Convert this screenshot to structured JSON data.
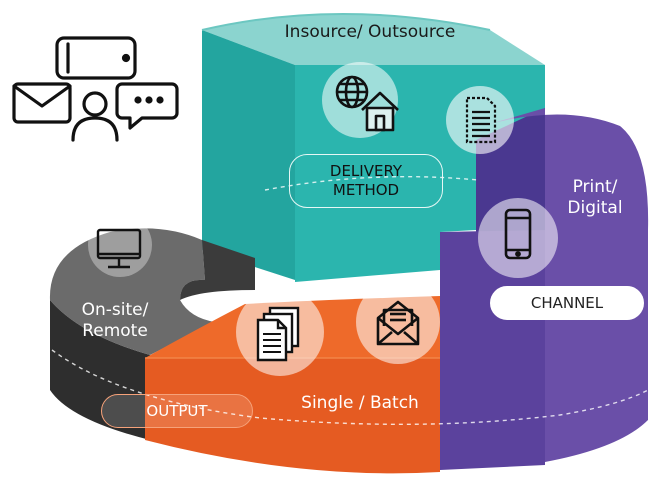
{
  "segments": {
    "delivery": {
      "label_top": "Insource/ Outsource",
      "tag": "DELIVERY\nMETHOD"
    },
    "channel": {
      "label": "Print/\nDigital",
      "tag": "CHANNEL"
    },
    "output": {
      "label": "Single / Batch",
      "tag": "OUTPUT"
    },
    "location": {
      "label": "On-site/\nRemote"
    }
  },
  "colors": {
    "teal": "#2BB5AE",
    "teal_dark": "#1E9B96",
    "teal_light": "#7FD0CB",
    "purple": "#6A4FA8",
    "purple_dark": "#3A2D73",
    "orange": "#EE6A2A",
    "orange_dark": "#C8501C",
    "gray": "#6B6B6B",
    "gray_dark": "#2E2E2E"
  },
  "icons": {
    "corner": "phone-mail-person-chat-icon",
    "delivery_a": "globe-house-icon",
    "delivery_b": "printed-document-icon",
    "channel": "smartphone-icon",
    "output_a": "document-stack-icon",
    "output_b": "open-envelope-icon",
    "location": "desktop-monitor-icon"
  }
}
